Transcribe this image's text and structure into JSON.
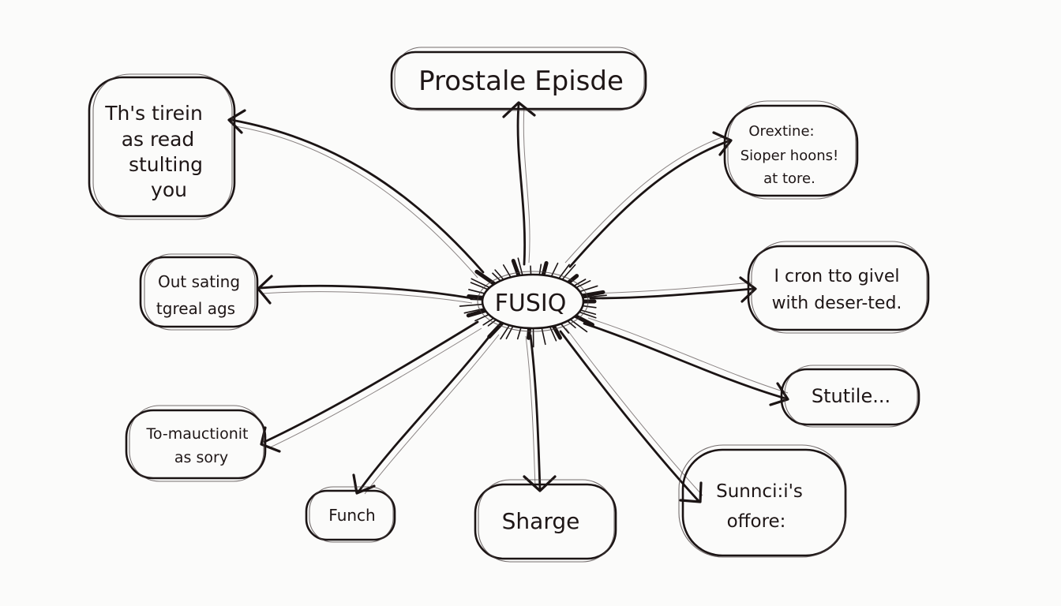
{
  "title": "Prostale Episde",
  "center": "FUSIQ",
  "nodes": {
    "top_left": [
      "Th's tirein",
      "as read",
      "stulting",
      "you"
    ],
    "mid_left": [
      "Out sating",
      "tgreal ags"
    ],
    "low_left": [
      "To-mauctionit",
      "as sory"
    ],
    "bottom_left": [
      "Funch"
    ],
    "bottom_mid": [
      "Sharge"
    ],
    "bottom_right": [
      "Sunnci:i's",
      "offore:"
    ],
    "low_right": [
      "Stutile..."
    ],
    "mid_right": [
      "I cron tto givel",
      "with deser-ted."
    ],
    "top_right": [
      "Orextine:",
      "Sioper hoons!",
      "at tore."
    ]
  },
  "colors": {
    "ink": "#1b1414",
    "paper": "#fbfbfa"
  }
}
